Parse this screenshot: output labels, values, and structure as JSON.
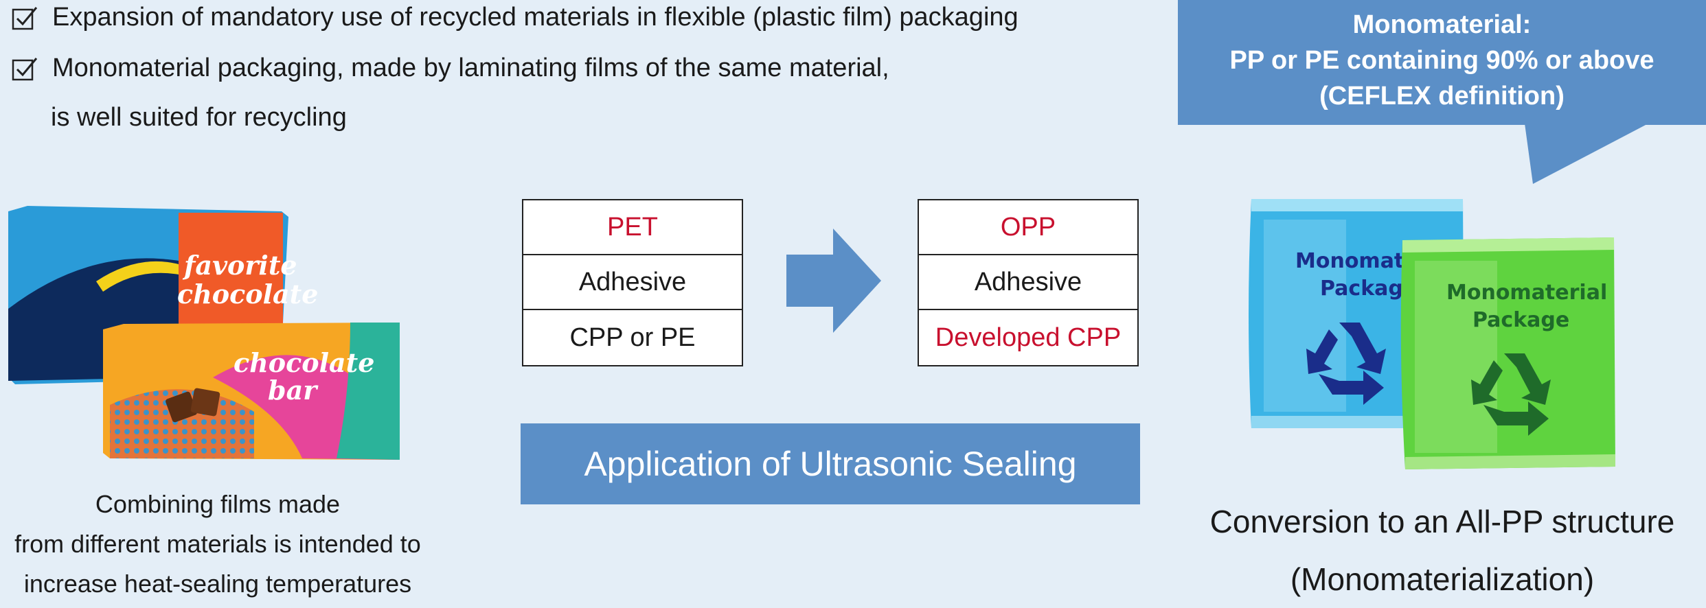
{
  "bullets": [
    "Expansion of mandatory use of recycled materials in flexible (plastic film) packaging",
    "Monomaterial packaging, made by laminating films of the same material,",
    "is well suited for recycling"
  ],
  "callout": {
    "line1": "Monomaterial:",
    "line2": "PP or PE containing 90% or above",
    "line3": "(CEFLEX definition)"
  },
  "before_layers": [
    "PET",
    "Adhesive",
    "CPP or PE"
  ],
  "after_layers": [
    "OPP",
    "Adhesive",
    "Developed CPP"
  ],
  "ultrasonic_label": "Application of Ultrasonic Sealing",
  "left_caption": {
    "line1": "Combining films made",
    "line2": "from different materials is intended to",
    "line3": "increase heat-sealing temperatures"
  },
  "right_caption": {
    "line1": "Conversion to an All-PP structure",
    "line2": "(Monomaterialization)"
  },
  "chocolate": {
    "wrapper1_label_1": "favorite",
    "wrapper1_label_2": "chocolate",
    "wrapper2_label_1": "chocolate",
    "wrapper2_label_2": "bar"
  },
  "bags": {
    "blue_label_1": "Monomaterial",
    "blue_label_2": "Package",
    "green_label_1": "Monomaterial",
    "green_label_2": "Package"
  },
  "colors": {
    "accent_blue": "#5b8fc7",
    "highlight_red": "#c8102e",
    "background": "#e4eef7"
  }
}
